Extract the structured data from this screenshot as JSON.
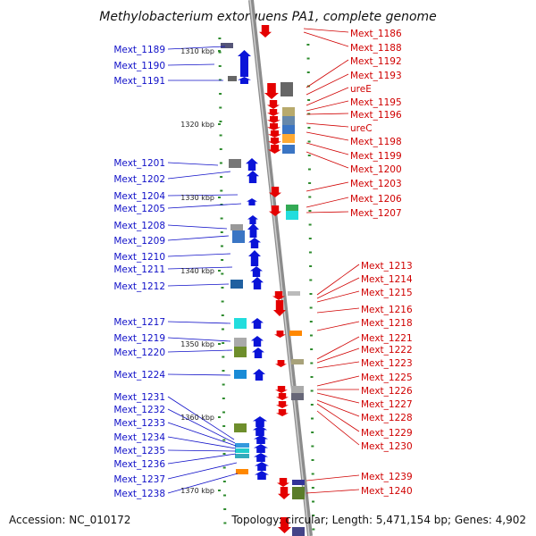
{
  "title": "Methylobacterium extorquens PA1, complete genome",
  "footer": {
    "accession": "Accession: NC_010172",
    "summary": "Topology: circular; Length: 5,471,154 bp; Genes: 4,902"
  },
  "kbp_ticks": [
    "1310 kbp",
    "1320 kbp",
    "1330 kbp",
    "1340 kbp",
    "1350 kbp",
    "1360 kbp",
    "1370 kbp"
  ],
  "left_labels": [
    "Mext_1189",
    "Mext_1190",
    "Mext_1191",
    "Mext_1201",
    "Mext_1202",
    "Mext_1204",
    "Mext_1205",
    "Mext_1208",
    "Mext_1209",
    "Mext_1210",
    "Mext_1211",
    "Mext_1212",
    "Mext_1217",
    "Mext_1219",
    "Mext_1220",
    "Mext_1224",
    "Mext_1231",
    "Mext_1232",
    "Mext_1233",
    "Mext_1234",
    "Mext_1235",
    "Mext_1236",
    "Mext_1237",
    "Mext_1238"
  ],
  "right_labels": [
    "Mext_1186",
    "Mext_1188",
    "Mext_1192",
    "Mext_1193",
    "ureE",
    "Mext_1195",
    "Mext_1196",
    "ureC",
    "Mext_1198",
    "Mext_1199",
    "Mext_1200",
    "Mext_1203",
    "Mext_1206",
    "Mext_1207",
    "Mext_1213",
    "Mext_1214",
    "Mext_1215",
    "Mext_1216",
    "Mext_1218",
    "Mext_1221",
    "Mext_1222",
    "Mext_1223",
    "Mext_1225",
    "Mext_1226",
    "Mext_1227",
    "Mext_1228",
    "Mext_1229",
    "Mext_1230",
    "Mext_1239",
    "Mext_1240"
  ],
  "colors": {
    "forward_strand": "#0a14d8",
    "reverse_strand": "#e40000",
    "left_label_text": "#1010c8",
    "right_label_text": "#d00000",
    "backbone": "#8c8c8c",
    "tick": "#2e8b2e"
  },
  "icons": [
    "gene-arrow-icon",
    "cog-category-box-icon"
  ]
}
